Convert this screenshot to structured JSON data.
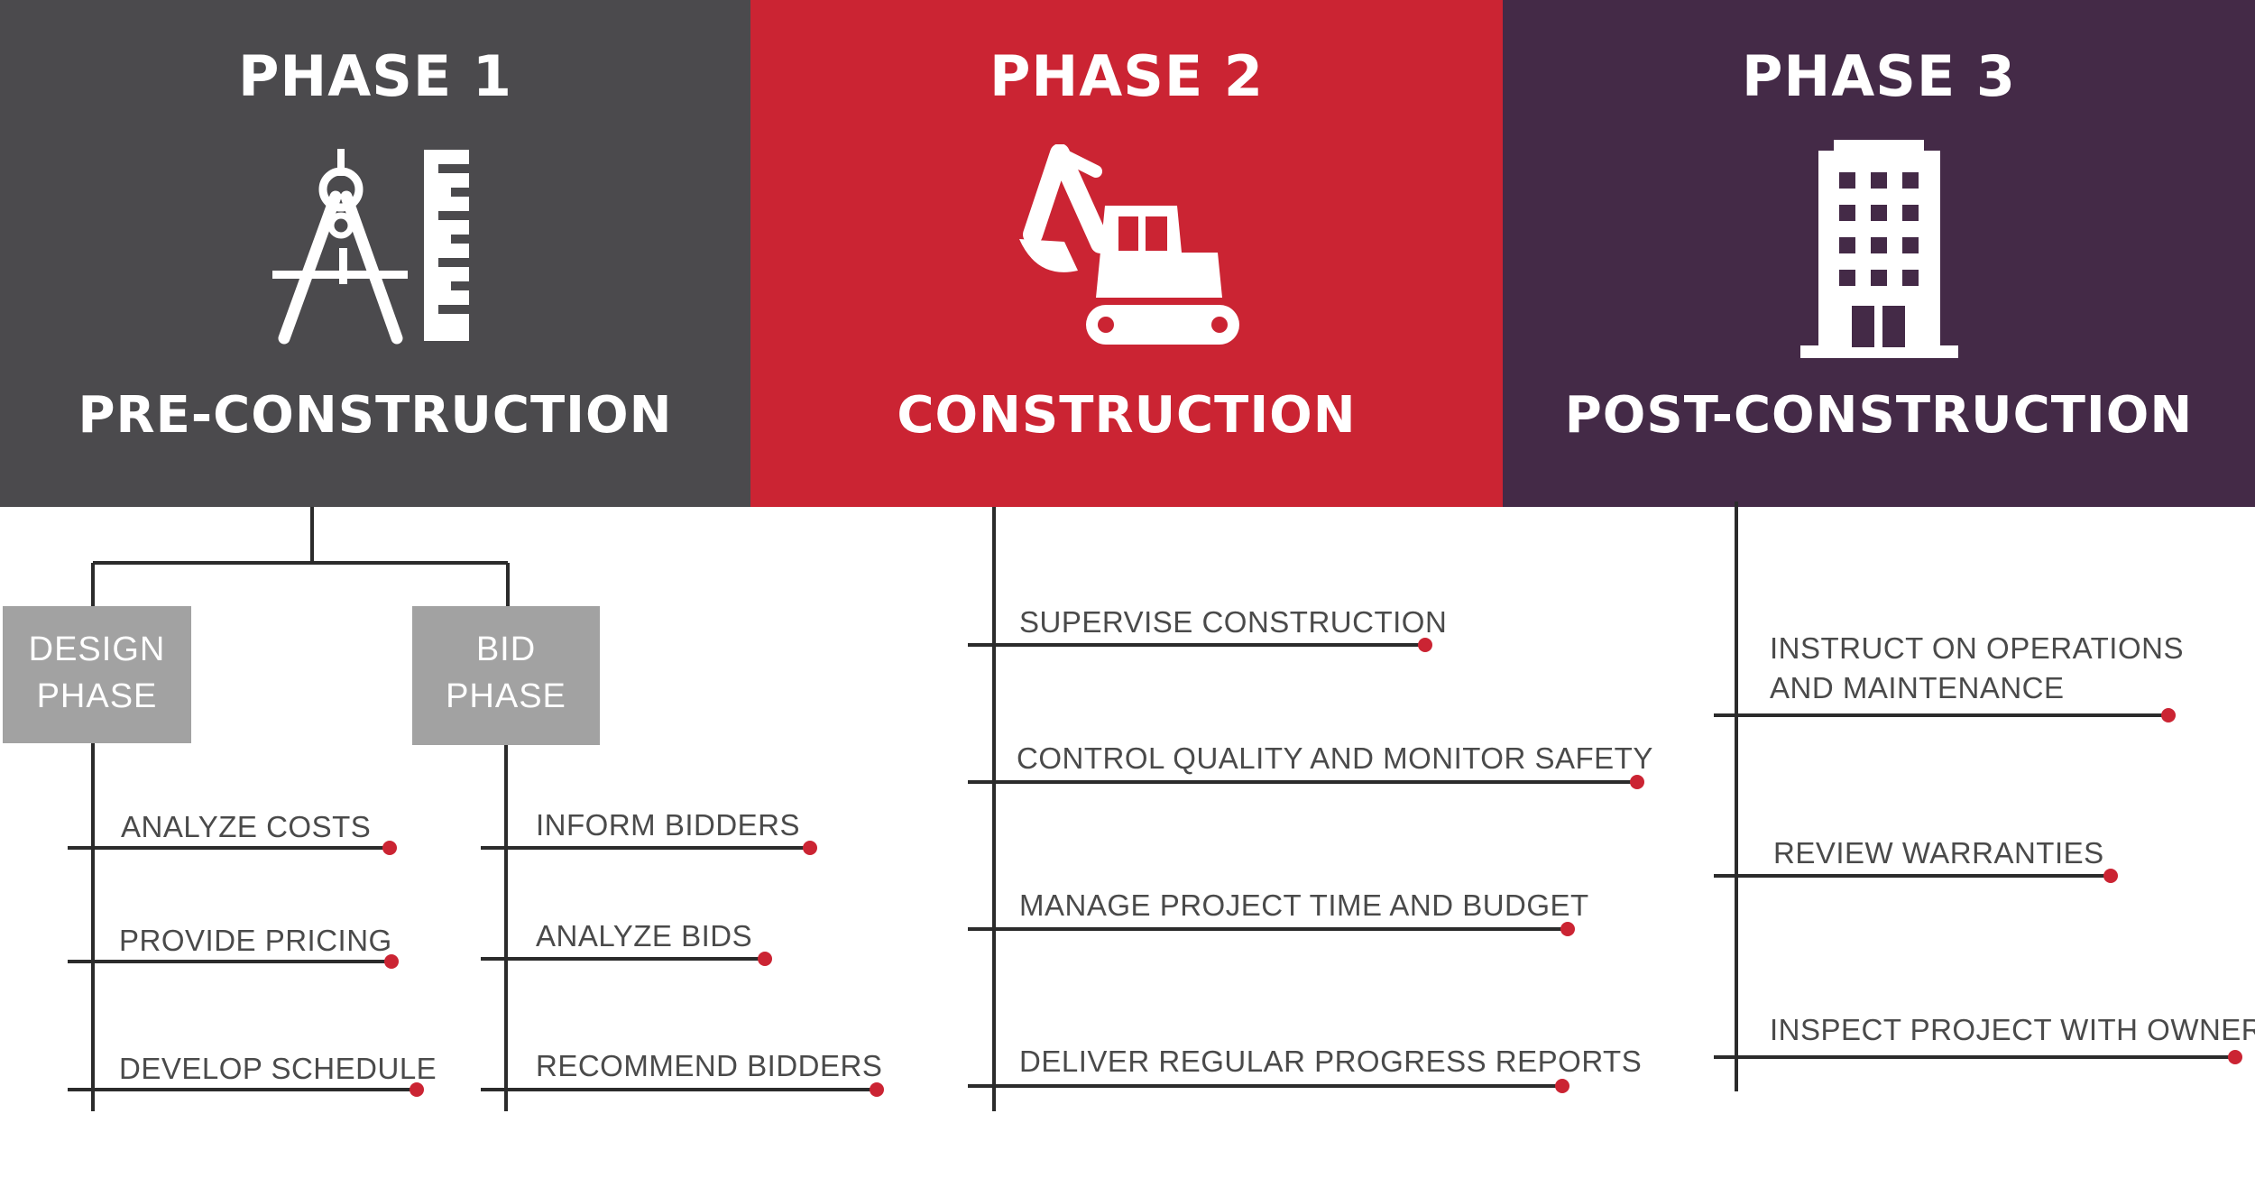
{
  "colors": {
    "phase1": "#4b4a4d",
    "phase2": "#cb2433",
    "phase3": "#442a47",
    "sub_box": "#a2a2a2",
    "line": "#2b2b2b",
    "dot": "#cb2433",
    "task_text": "#4a4a4a"
  },
  "phases": [
    {
      "title": "PHASE 1",
      "name": "PRE-CONSTRUCTION",
      "icon": "drafting-compass-ruler-icon"
    },
    {
      "title": "PHASE 2",
      "name": "CONSTRUCTION",
      "icon": "excavator-icon"
    },
    {
      "title": "PHASE 3",
      "name": "POST-CONSTRUCTION",
      "icon": "building-icon"
    }
  ],
  "phase1_subphases": [
    {
      "line1": "DESIGN",
      "line2": "PHASE",
      "tasks": [
        "ANALYZE COSTS",
        "PROVIDE PRICING",
        "DEVELOP SCHEDULE"
      ]
    },
    {
      "line1": "BID",
      "line2": "PHASE",
      "tasks": [
        "INFORM BIDDERS",
        "ANALYZE BIDS",
        "RECOMMEND BIDDERS"
      ]
    }
  ],
  "phase2_tasks": [
    "SUPERVISE CONSTRUCTION",
    "CONTROL QUALITY AND MONITOR SAFETY",
    "MANAGE PROJECT TIME AND BUDGET",
    "DELIVER REGULAR PROGRESS REPORTS"
  ],
  "phase3_tasks": [
    "INSTRUCT ON OPERATIONS AND MAINTENANCE",
    "REVIEW WARRANTIES",
    "INSPECT PROJECT WITH OWNER"
  ]
}
